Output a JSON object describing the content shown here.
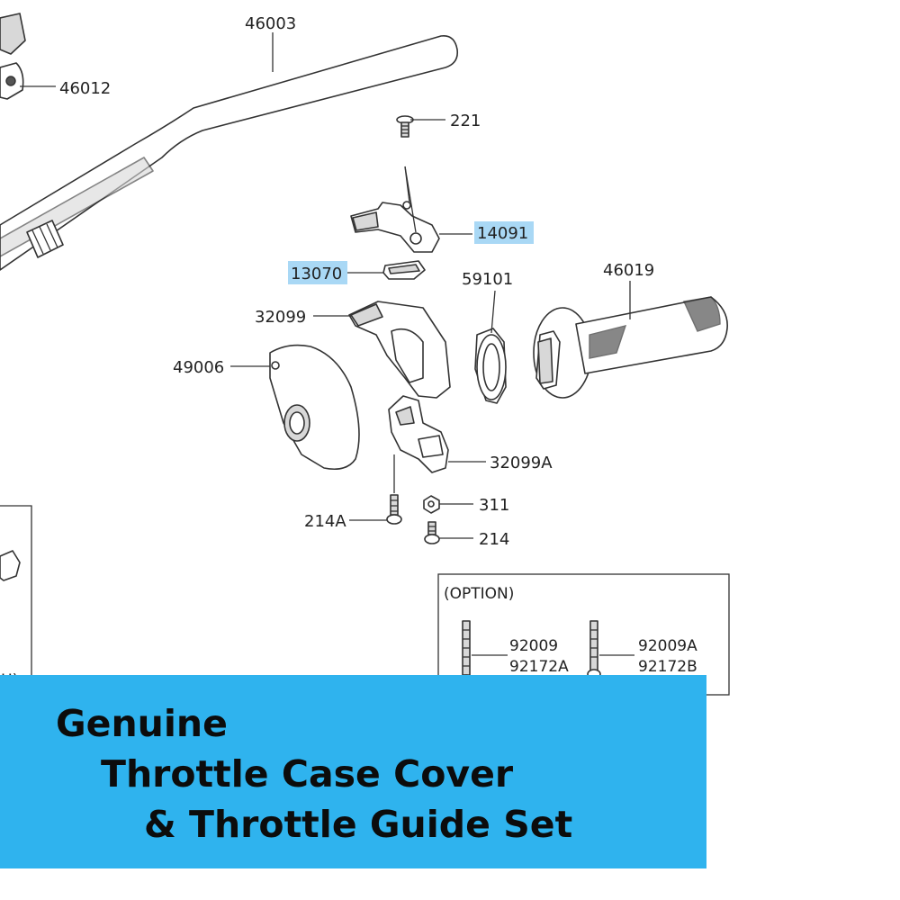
{
  "diagram": {
    "part_numbers": {
      "p46003": "46003",
      "p46012": "46012",
      "p221": "221",
      "p14091": "14091",
      "p13070": "13070",
      "p59101": "59101",
      "p46019": "46019",
      "p32099": "32099",
      "p49006": "49006",
      "p32099A": "32099A",
      "p311": "311",
      "p214A": "214A",
      "p214": "214"
    },
    "highlighted_parts": [
      "14091",
      "13070"
    ],
    "highlight_color": "#a9d8f5",
    "option_box": {
      "title": "(OPTION)",
      "left_group": [
        "92009",
        "92172A"
      ],
      "right_group": [
        "92009A",
        "92172B"
      ]
    },
    "left_box_fragment": "H)"
  },
  "banner": {
    "color": "#2fb3ee",
    "line1": "Genuine",
    "line2": "Throttle Case Cover",
    "line3": "& Throttle Guide Set"
  }
}
